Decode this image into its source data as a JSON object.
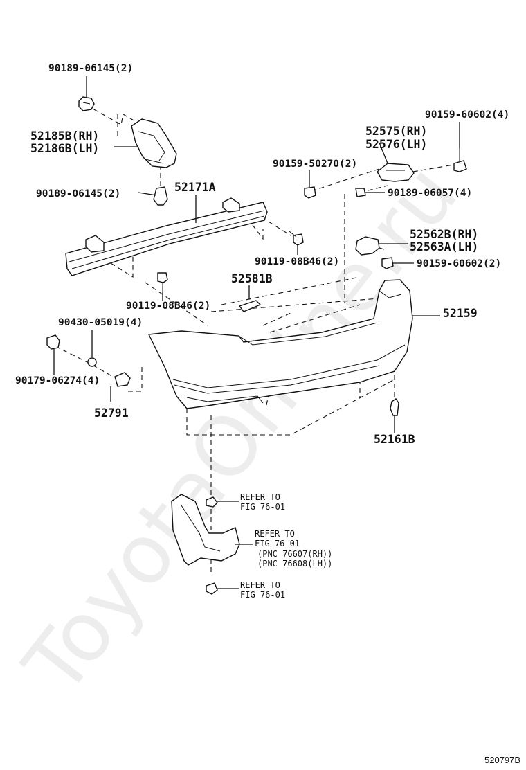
{
  "watermark": "ToyotaOnline.ru",
  "diagram_code": "520797B",
  "labels": {
    "p1": "90189-06145(2)",
    "p2a": "52185B(RH)",
    "p2b": "52186B(LH)",
    "p3": "90189-06145(2)",
    "p4": "52171A",
    "p5": "90119-08B46(2)",
    "p6": "90430-05019(4)",
    "p7": "90179-06274(4)",
    "p8": "52791",
    "p9": "90159-60602(4)",
    "p10a": "52575(RH)",
    "p10b": "52576(LH)",
    "p11": "90159-50270(2)",
    "p12": "90189-06057(4)",
    "p13": "90119-08B46(2)",
    "p14a": "52562B(RH)",
    "p14b": "52563A(LH)",
    "p15": "90159-60602(2)",
    "p16": "52581B",
    "p17": "52159",
    "p18": "52161B",
    "r1a": "REFER TO",
    "r1b": "FIG 76-01",
    "r2a": "REFER TO",
    "r2b": "FIG 76-01",
    "r2c": "(PNC 76607(RH))",
    "r2d": "(PNC 76608(LH))",
    "r3a": "REFER TO",
    "r3b": "FIG 76-01"
  }
}
